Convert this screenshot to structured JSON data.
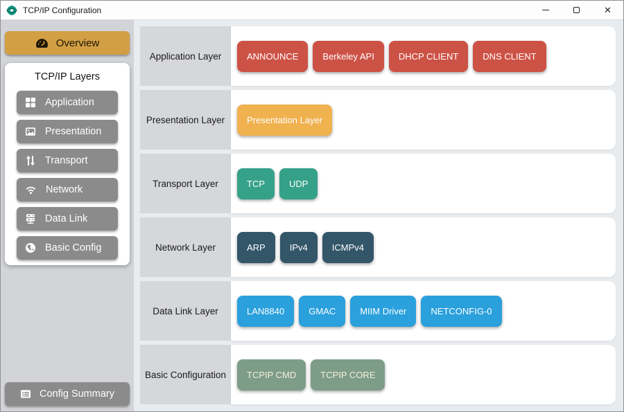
{
  "window": {
    "title": "TCP/IP Configuration"
  },
  "sidebar": {
    "overview": {
      "label": "Overview",
      "icon": "tachometer-icon"
    },
    "layers_panel": {
      "title": "TCP/IP Layers",
      "items": [
        {
          "label": "Application",
          "icon": "grid-icon"
        },
        {
          "label": "Presentation",
          "icon": "image-icon"
        },
        {
          "label": "Transport",
          "icon": "arrows-vertical-icon"
        },
        {
          "label": "Network",
          "icon": "wifi-icon"
        },
        {
          "label": "Data Link",
          "icon": "server-icon"
        },
        {
          "label": "Basic Config",
          "icon": "globe-icon"
        }
      ]
    },
    "config_summary": {
      "label": "Config Summary",
      "icon": "list-icon"
    }
  },
  "main": {
    "rows": [
      {
        "label": "Application Layer",
        "color": "#cd5246",
        "text_color": "#ffffff",
        "buttons": [
          "ANNOUNCE",
          "Berkeley API",
          "DHCP CLIENT",
          "DNS CLIENT"
        ]
      },
      {
        "label": "Presentation Layer",
        "color": "#f0b14f",
        "text_color": "#ffffff",
        "buttons": [
          "Presentation Layer"
        ]
      },
      {
        "label": "Transport Layer",
        "color": "#36a189",
        "text_color": "#ffffff",
        "buttons": [
          "TCP",
          "UDP"
        ]
      },
      {
        "label": "Network Layer",
        "color": "#335669",
        "text_color": "#ffffff",
        "buttons": [
          "ARP",
          "IPv4",
          "ICMPv4"
        ]
      },
      {
        "label": "Data Link Layer",
        "color": "#2aa0dc",
        "text_color": "#ffffff",
        "buttons": [
          "LAN8840",
          "GMAC",
          "MIIM Driver",
          "NETCONFIG-0"
        ]
      },
      {
        "label": "Basic Configuration",
        "color": "#7e9d88",
        "text_color": "#f3efdc",
        "buttons": [
          "TCPIP CMD",
          "TCPIP CORE"
        ]
      }
    ]
  },
  "colors": {
    "overview_gold": "#d29f44",
    "sidebar_button_gray": "#8b8b8b",
    "sidebar_bg": "#d2d4d7",
    "main_bg": "#e9ecef",
    "row_label_bg": "#d6d7da",
    "app_red": "#cd5246",
    "presentation_orange": "#f0b14f",
    "transport_teal": "#36a189",
    "network_navy": "#335669",
    "datalink_blue": "#2aa0dc",
    "basic_sage": "#7e9d88",
    "titlebar_icon_teal": "#17a08c"
  }
}
